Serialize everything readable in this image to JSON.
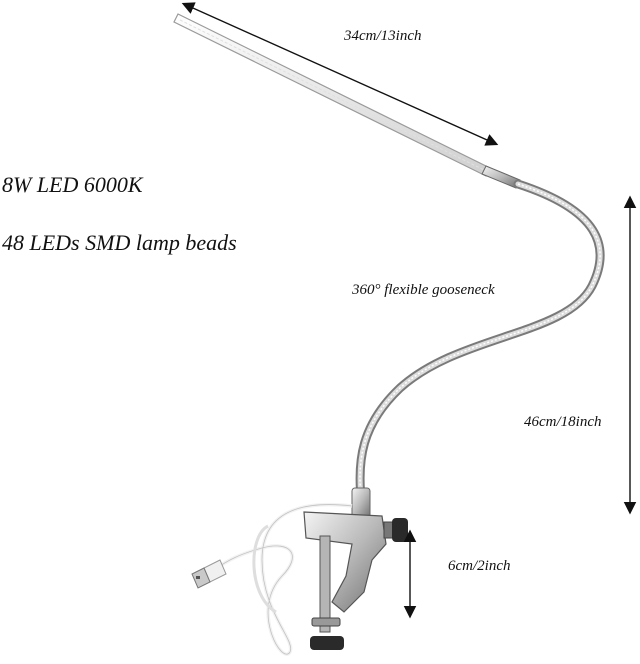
{
  "specs": {
    "power": "8W LED 6000K",
    "leds": "48 LEDs SMD lamp beads"
  },
  "dimensions": {
    "light_bar_length": "34cm/13inch",
    "gooseneck": "360° flexible gooseneck",
    "gooseneck_length": "46cm/18inch",
    "clamp_height": "6cm/2inch"
  }
}
